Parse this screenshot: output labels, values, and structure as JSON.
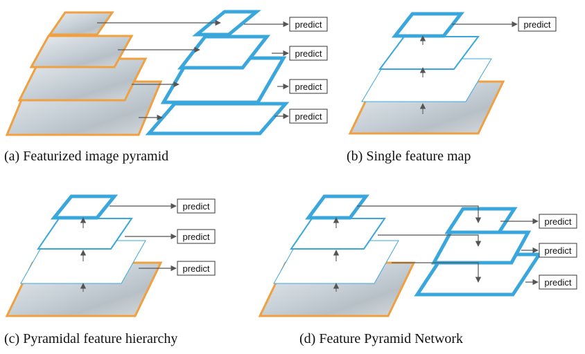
{
  "colors": {
    "feature": "#3aa7dc",
    "image_border": "#f0a040",
    "arrow": "#555555"
  },
  "labels": {
    "predict": "predict"
  },
  "captions": {
    "a": "(a) Featurized image pyramid",
    "b": "(b) Single feature map",
    "c": "(c) Pyramidal feature hierarchy",
    "d": "(d) Feature Pyramid Network"
  }
}
